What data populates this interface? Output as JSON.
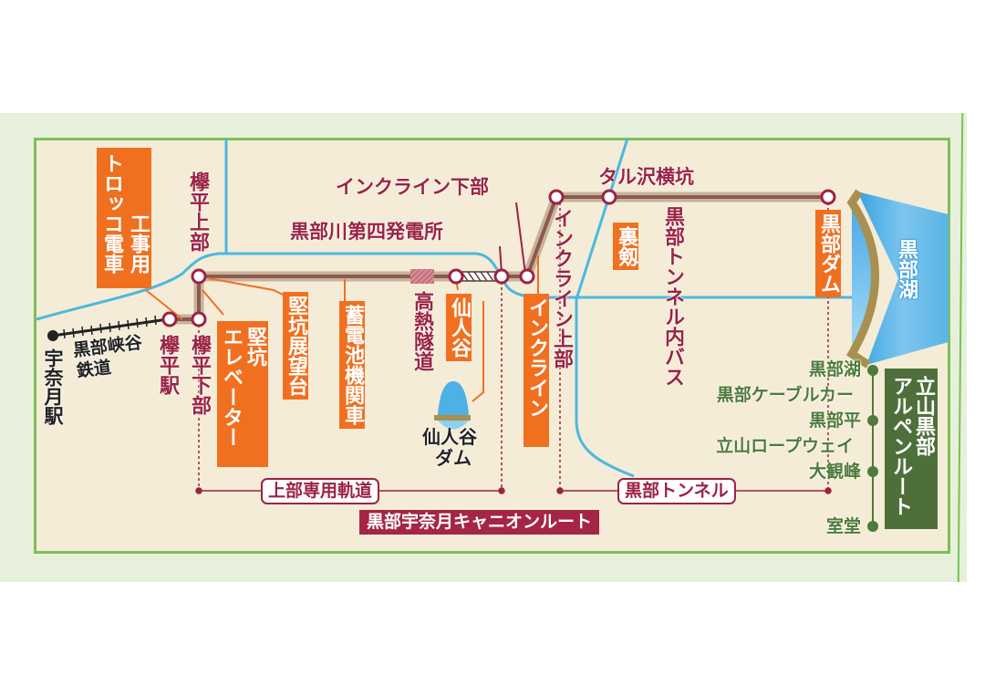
{
  "map": {
    "colors": {
      "background_outer": "#e6f0db",
      "panel_fill": "#f4ecd6",
      "panel_border": "#7dbf55",
      "river": "#4bb8e0",
      "route_line": "#8a5a50",
      "route_shadow": "#c9b29a",
      "station_label": "#9b2345",
      "facility_box": "#f07020",
      "alpine_route": "#4e6f3a",
      "lake": "#5ab4e6",
      "dam_wall": "#a89050",
      "route_banner": "#a52545"
    },
    "title_banner": "黒部宇奈月キャニオンルート",
    "sections": {
      "upper_railway": "上部専用軌道",
      "kurobe_tunnel": "黒部トンネル"
    },
    "railway": {
      "name_line1": "黒部峡谷",
      "name_line2": "鉄道",
      "terminus": "宇奈月駅"
    },
    "stations": [
      {
        "id": "keyakidaira-eki",
        "label": "欅平駅"
      },
      {
        "id": "keyakidaira-kabu",
        "label": "欅平下部"
      },
      {
        "id": "keyakidaira-jobu",
        "label": "欅平上部"
      },
      {
        "id": "incline-kabu",
        "label": "インクライン下部"
      },
      {
        "id": "kurobegawa-4",
        "label": "黒部川第四発電所"
      },
      {
        "id": "incline-jobu",
        "label": "インクライン上部"
      },
      {
        "id": "tarusawa",
        "label": "タル沢横坑"
      },
      {
        "id": "kurobe-tunnel-bus",
        "label": "黒部トンネル内バス"
      }
    ],
    "facilities": [
      {
        "id": "kouji-torocco",
        "label_col1": "トロッコ",
        "label_col2": "工事用",
        "label_col3": "電車"
      },
      {
        "id": "tatekou-elevator",
        "label_col1": "堅坑",
        "label_col2": "エレベーター"
      },
      {
        "id": "tatekou-tenboudai",
        "label": "堅坑展望台"
      },
      {
        "id": "chikudenchi",
        "label": "蓄電池機関車"
      },
      {
        "id": "sennindani",
        "label": "仙人谷"
      },
      {
        "id": "incline",
        "label": "インクライン"
      },
      {
        "id": "urakurobe",
        "label": "裏剱"
      },
      {
        "id": "kurobe-dam",
        "label": "黒部ダム"
      }
    ],
    "other_labels": {
      "kounetsu_tunnel": "高熱隧道",
      "sennindani_dam": "仙人谷ダム",
      "sennindani_dam_line1": "仙人谷",
      "sennindani_dam_line2": "ダム",
      "kurobe_lake": "黒部湖"
    },
    "alpine_route": {
      "title": "立山黒部アルペンルート",
      "title_col1": "立山黒部",
      "title_col2": "アルペンルート",
      "stops": [
        {
          "label": "黒部湖"
        },
        {
          "label": "黒部ケーブルカー"
        },
        {
          "label": "黒部平"
        },
        {
          "label": "立山ロープウェイ"
        },
        {
          "label": "大観峰"
        },
        {
          "label": "室堂"
        }
      ]
    }
  }
}
